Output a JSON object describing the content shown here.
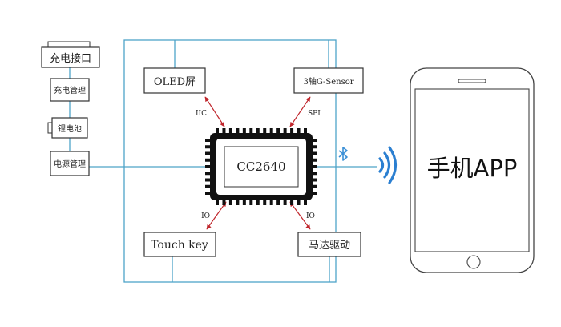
{
  "blocks": {
    "charge_port": "充电接口",
    "charge_mgmt": "充电管理",
    "battery": "锂电池",
    "power_mgmt": "电源管理",
    "oled": "OLED屏",
    "gsensor": "3轴G-Sensor",
    "mcu": "CC2640",
    "touch": "Touch key",
    "motor": "马达驱动"
  },
  "bus_labels": {
    "iic": "IIC",
    "spi": "SPI",
    "io_left": "IO",
    "io_right": "IO"
  },
  "phone": {
    "screen_text": "手机APP"
  },
  "icons": {
    "bluetooth": "bluetooth-icon",
    "wireless": "wireless-signal-icon"
  },
  "colors": {
    "wire": "#4da3c8",
    "arrow": "#c0262c",
    "box_stroke": "#333333",
    "bluetooth": "#3a8fd6",
    "signal": "#2b7fd1"
  }
}
